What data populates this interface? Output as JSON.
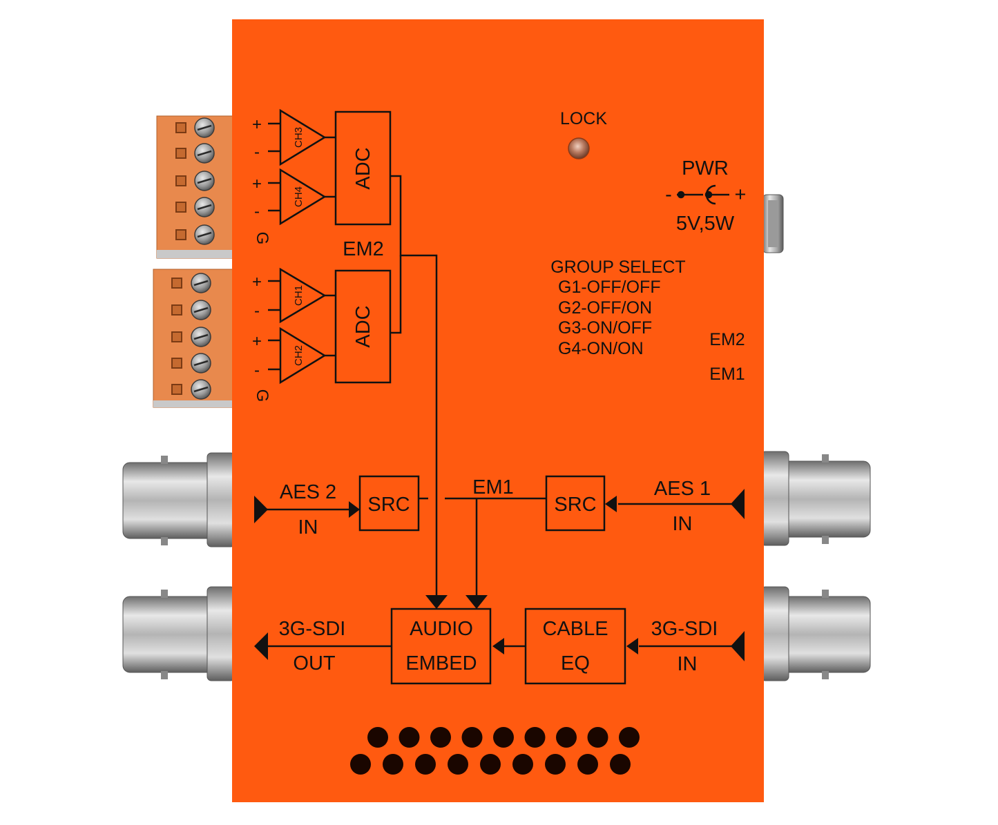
{
  "device": {
    "body_color": "#ff5a10",
    "connector_color": "#e8894d"
  },
  "lock": {
    "label": "LOCK"
  },
  "power": {
    "title": "PWR",
    "minus": "-",
    "plus": "+",
    "rating": "5V,5W"
  },
  "group_select": {
    "title": "GROUP SELECT",
    "options": [
      "G1-OFF/OFF",
      "G2-OFF/ON",
      "G3-ON/OFF",
      "G4-ON/ON"
    ],
    "switch_labels": [
      "EM2",
      "EM1"
    ]
  },
  "terminals": {
    "upper": [
      "+",
      "-",
      "+",
      "-",
      "G"
    ],
    "lower": [
      "+",
      "-",
      "+",
      "-",
      "G"
    ]
  },
  "channels": [
    "CH3",
    "CH4",
    "CH1",
    "CH2"
  ],
  "adc": {
    "upper": "ADC",
    "lower": "ADC"
  },
  "em2": "EM2",
  "em1": "EM1",
  "aes2": {
    "label": "AES 2",
    "dir": "IN"
  },
  "aes1": {
    "label": "AES 1",
    "dir": "IN"
  },
  "src": {
    "left": "SRC",
    "right": "SRC"
  },
  "embed": {
    "line1": "AUDIO",
    "line2": "EMBED"
  },
  "cable_eq": {
    "line1": "CABLE",
    "line2": "EQ"
  },
  "sdi_out": {
    "label": "3G-SDI",
    "dir": "OUT"
  },
  "sdi_in": {
    "label": "3G-SDI",
    "dir": "IN"
  }
}
